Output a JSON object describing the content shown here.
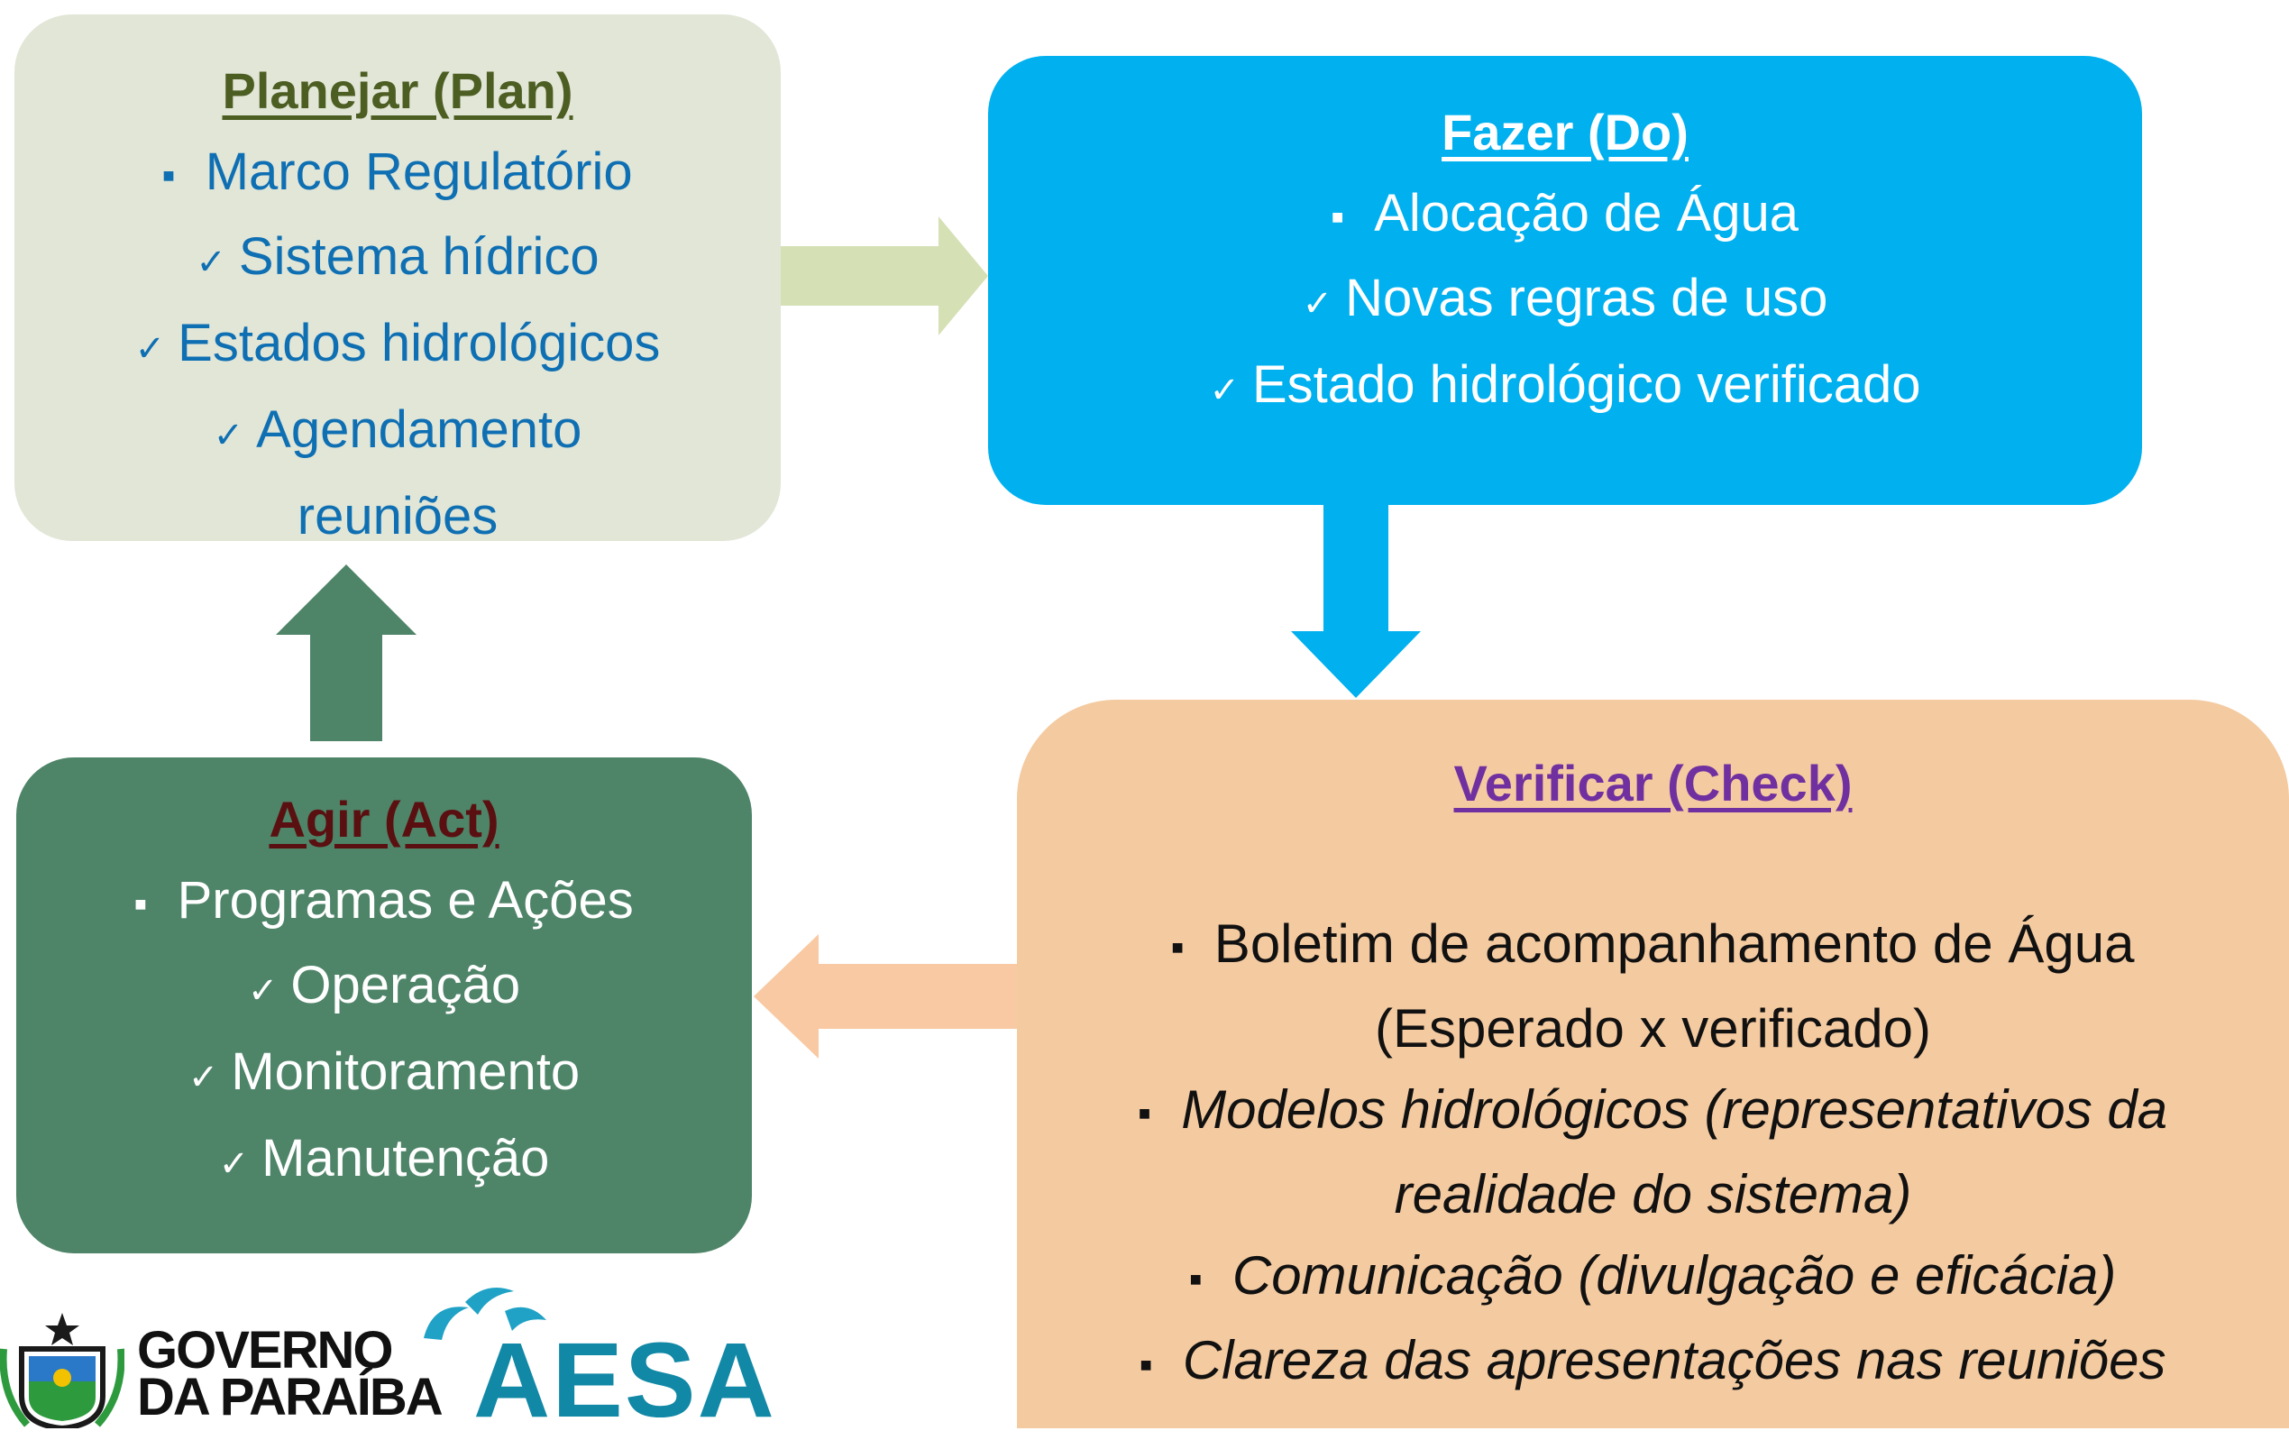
{
  "plan": {
    "title": "Planejar (Plan)",
    "item1": "Marco Regulatório",
    "item2": "Sistema hídrico",
    "item3": "Estados hidrológicos",
    "item4a": "Agendamento",
    "item4b": "reuniões"
  },
  "do": {
    "title": "Fazer (Do)",
    "item1": "Alocação de Água",
    "item2": "Novas regras de uso",
    "item3": "Estado hidrológico verificado"
  },
  "check": {
    "title": "Verificar (Check)",
    "item1a": "Boletim de acompanhamento de Água",
    "item1b": "(Esperado x verificado)",
    "item2a": "Modelos hidrológicos (representativos da",
    "item2b": "realidade do sistema)",
    "item3": "Comunicação (divulgação e eficácia)",
    "item4": "Clareza das apresentações nas reuniões"
  },
  "act": {
    "title": "Agir (Act)",
    "item1": "Programas e Ações",
    "item2": "Operação",
    "item3": "Monitoramento",
    "item4": "Manutenção"
  },
  "logos": {
    "gov_line1": "GOVERNO",
    "gov_line2": "DA PARAÍBA",
    "aesa": "AESA"
  },
  "colors": {
    "plan_bg": "#e1e6d7",
    "do_bg": "#00b0ef",
    "check_bg": "#f4caa0",
    "act_bg": "#4e8468"
  },
  "icons": {
    "bullet": "square-bullet-icon",
    "check": "check-mark-icon"
  }
}
